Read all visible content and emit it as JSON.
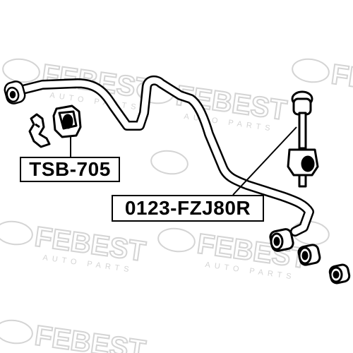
{
  "watermark": {
    "brand": "FEBEST",
    "sub": "AUTO PARTS",
    "color": "#d4d4d4"
  },
  "labels": {
    "part_a": "TSB-705",
    "part_b": "0123-FZJ80R"
  },
  "colors": {
    "line": "#000000",
    "background": "#ffffff"
  }
}
